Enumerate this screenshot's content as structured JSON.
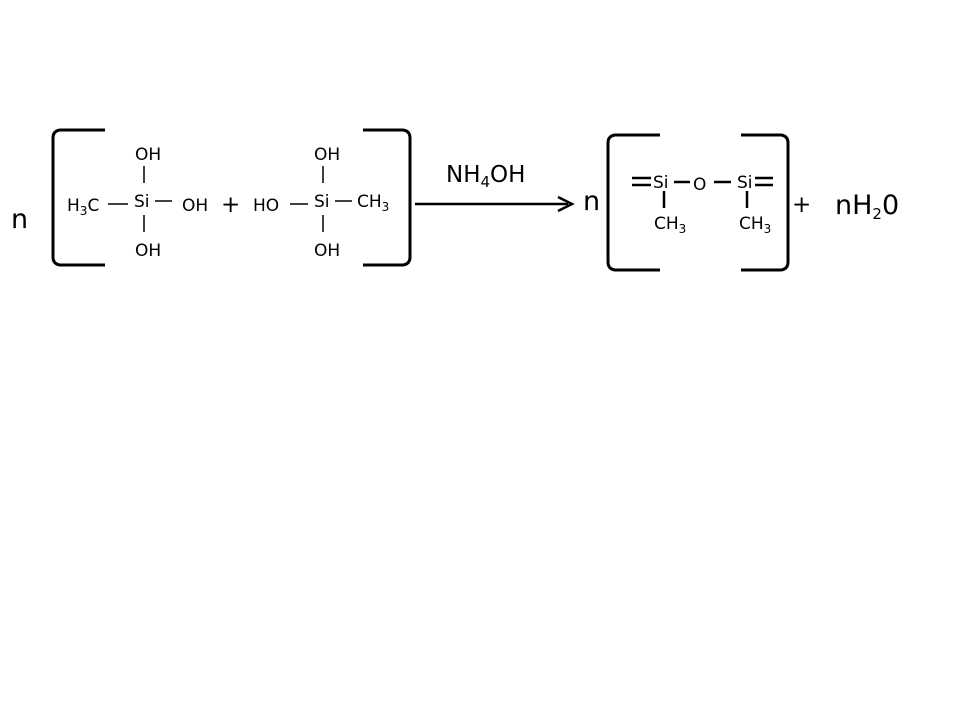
{
  "reactants": {
    "coefficient": "n",
    "molecule1": {
      "top": "OH",
      "bottom": "OH",
      "left": {
        "a": "H",
        "sub": "3",
        "b": "C"
      },
      "center": "Si",
      "right": "OH"
    },
    "plus": "+",
    "molecule2": {
      "top": "OH",
      "bottom": "OH",
      "left": "HO",
      "center": "Si",
      "right": {
        "a": "CH",
        "sub": "3"
      }
    }
  },
  "reagent": {
    "a": "NH",
    "sub": "4",
    "b": "OH"
  },
  "product": {
    "coefficient": "n",
    "si1": "Si",
    "oxygen": "O",
    "si2": "Si",
    "methyl1": {
      "a": "CH",
      "sub": "3"
    },
    "methyl2": {
      "a": "CH",
      "sub": "3"
    }
  },
  "byproduct": {
    "plus": "+",
    "formula": {
      "a": "nH",
      "sub": "2",
      "b": "0"
    }
  }
}
